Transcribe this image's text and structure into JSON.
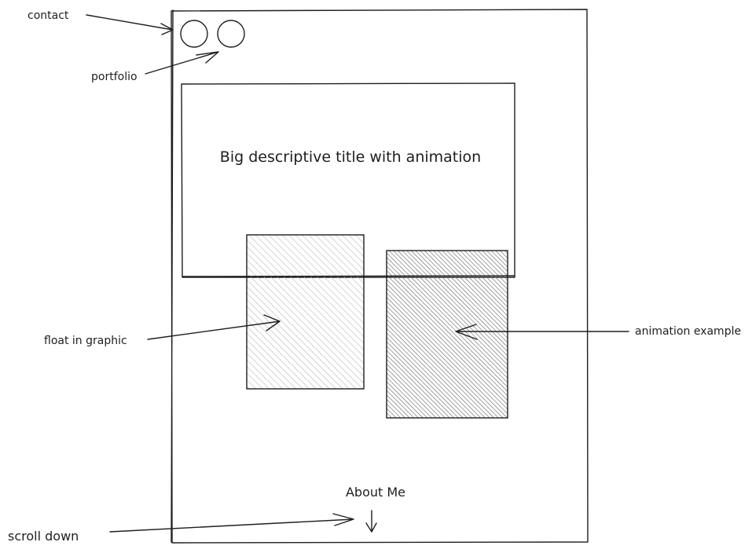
{
  "annotations": {
    "contact": "contact",
    "portfolio": "portfolio",
    "float_in_graphic": "float in graphic",
    "animation_example": "animation example",
    "scroll_down": "scroll down"
  },
  "page": {
    "hero_title": "Big descriptive title with animation",
    "about_me": "About Me"
  },
  "colors": {
    "stroke": "#1e1e1e",
    "hatch_light": "#b8b8b8",
    "hatch_dark": "#6e6e6e",
    "background": "#ffffff"
  }
}
